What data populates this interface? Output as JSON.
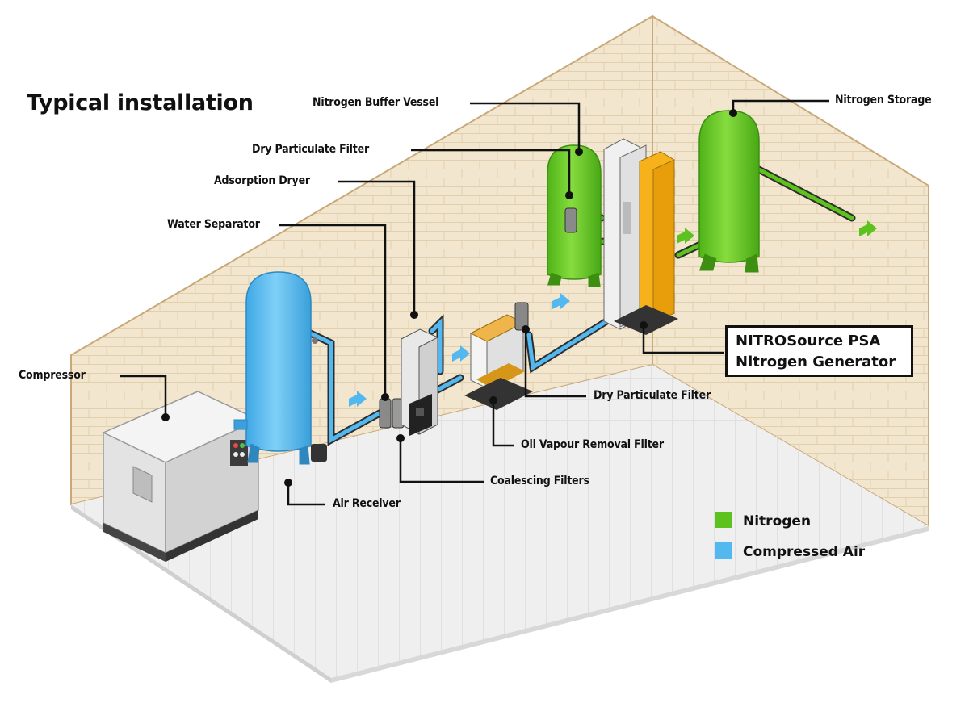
{
  "title": "Typical installation",
  "labels": {
    "compressor": "Compressor",
    "water_separator": "Water Separator",
    "adsorption_dryer": "Adsorption Dryer",
    "dry_particulate_filter_top": "Dry Particulate Filter",
    "nitrogen_buffer_vessel": "Nitrogen Buffer Vessel",
    "nitrogen_storage": "Nitrogen Storage",
    "dry_particulate_filter_bottom": "Dry Particulate Filter",
    "oil_vapour_removal_filter": "Oil Vapour Removal Filter",
    "coalescing_filters": "Coalescing Filters",
    "air_receiver": "Air Receiver"
  },
  "generator": {
    "line1": "NITROSource PSA",
    "line2": "Nitrogen Generator"
  },
  "legend": [
    {
      "label": "Nitrogen",
      "color": "#5ec21e"
    },
    {
      "label": "Compressed Air",
      "color": "#54b8f0"
    }
  ],
  "colors": {
    "wall": "#f3e6cf",
    "floor": "#eeeeee",
    "nitrogen": "#5ec21e",
    "compressed_air": "#54b8f0",
    "generator": "#f7b21b"
  }
}
